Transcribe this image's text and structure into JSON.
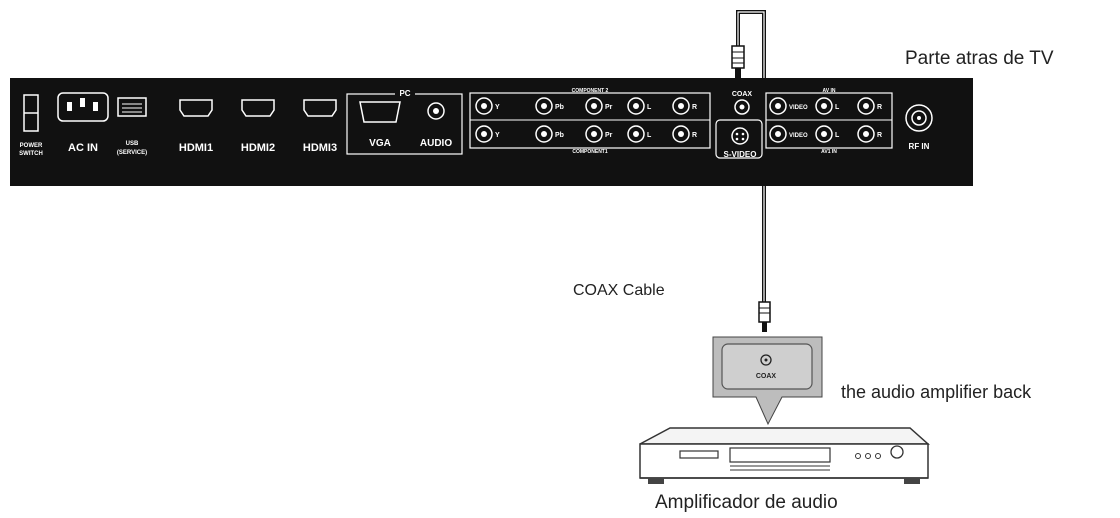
{
  "labels": {
    "tv_back": "Parte atras de TV",
    "cable": "COAX Cable",
    "amplifier_back": "the audio amplifier back",
    "amplifier": "Amplificador de audio"
  },
  "panel": {
    "power_switch": [
      "POWER",
      "SWITCH"
    ],
    "ac_in": "AC IN",
    "usb": [
      "USB",
      "(SERVICE)"
    ],
    "hdmi1": "HDMI1",
    "hdmi2": "HDMI2",
    "hdmi3": "HDMI3",
    "pc_group": "PC",
    "vga": "VGA",
    "audio": "AUDIO",
    "component2": "COMPONENT 2",
    "component1": "COMPONENT1",
    "comp_ports": [
      "Y",
      "Pb",
      "Pr",
      "L",
      "R"
    ],
    "coax": "COAX",
    "svideo": "S-VIDEO",
    "video": "VIDEO",
    "av_in_top": "AV IN",
    "av_in_bottom": "AV1 IN",
    "av_ports": [
      "L",
      "R"
    ],
    "rf_in": "RF IN"
  },
  "amp_callout": {
    "coax": "COAX"
  },
  "colors": {
    "panel": "#111111",
    "callout": "#bdbdbd",
    "cable": "#111111"
  }
}
